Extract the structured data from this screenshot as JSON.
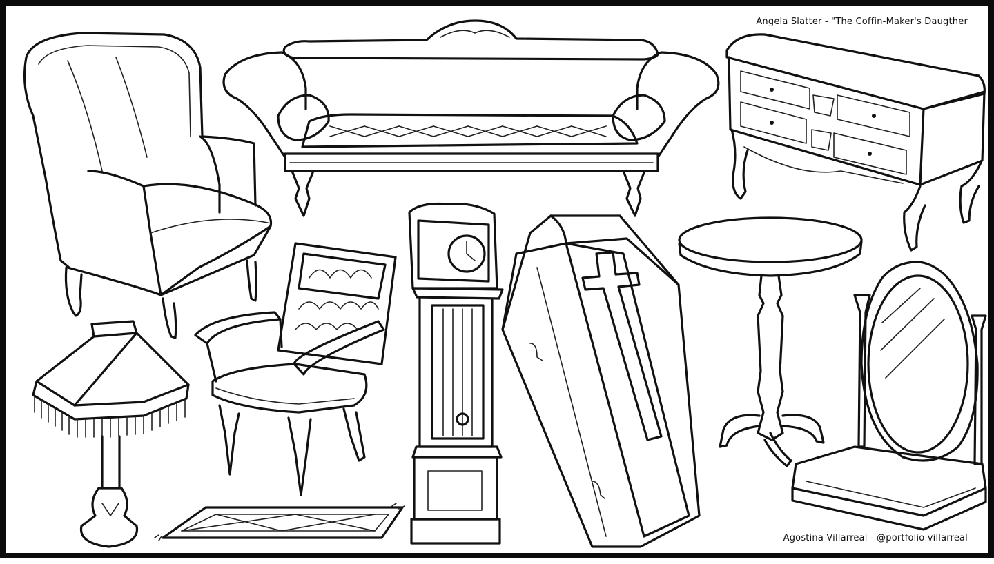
{
  "credits": {
    "top": "Angela Slatter - \"The Coffin-Maker's Daugther",
    "bottom": "Agostina Villarreal - @portfolio villarreal"
  },
  "style": {
    "ink": "#111111",
    "paper": "#ffffff",
    "frame": "#0b0b0b"
  },
  "drawings": [
    "wingback-armchair",
    "tufted-sofa",
    "chest-of-drawers",
    "table-lamp",
    "armchair",
    "grandfather-clock",
    "coffin",
    "round-pedestal-table",
    "oval-vanity-mirror",
    "rug"
  ]
}
